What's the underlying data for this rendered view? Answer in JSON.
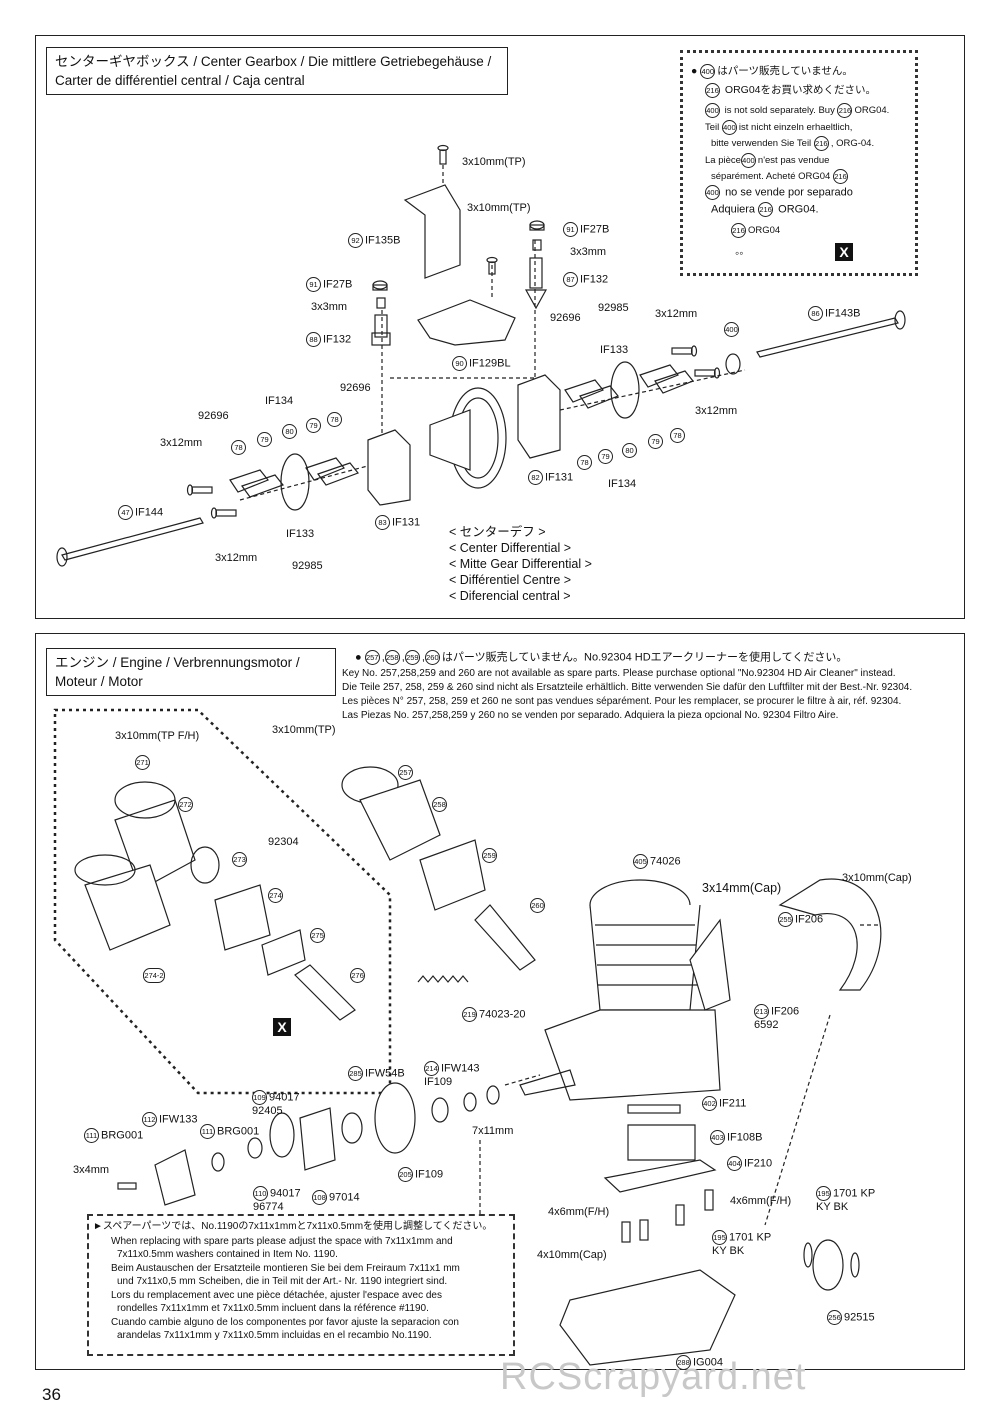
{
  "top_panel": {
    "title_lines": [
      "センターギヤボックス / Center Gearbox / Die mittlere Getriebegehäuse /",
      "Carter de différentiel central / Caja central"
    ],
    "note": {
      "line1_suffix": "はパーツ販売していません。",
      "line2_suffix": "ORG04をお買い求めください。",
      "line3_mid": "is not sold separately. Buy",
      "line3_end": "ORG04.",
      "line4_pre": "Teil",
      "line4_end": "ist nicht einzeln erhaeltlich,",
      "line5_pre": "bitte verwenden Sie Teil",
      "line5_end": ", ORG-04.",
      "line6_pre": "La pièce",
      "line6_end": "n'est pas vendue",
      "line7": "séparément. Acheté ORG04",
      "line8_end": "no se vende por separado",
      "line9_pre": "Adquiera",
      "line9_end": "ORG04.",
      "part_label": "ORG04",
      "n400": "400",
      "n216": "216",
      "x_mark": "X"
    },
    "labels": [
      {
        "n": "",
        "t": "3x10mm(TP)"
      },
      {
        "n": "",
        "t": "3x10mm(TP)"
      },
      {
        "n": "92",
        "t": "IF135B"
      },
      {
        "n": "91",
        "t": "IF27B"
      },
      {
        "n": "",
        "t": "3x3mm"
      },
      {
        "n": "87",
        "t": "IF132"
      },
      {
        "n": "91",
        "t": "IF27B"
      },
      {
        "n": "",
        "t": "3x3mm"
      },
      {
        "n": "88",
        "t": "IF132"
      },
      {
        "n": "90",
        "t": "IF129BL"
      },
      {
        "n": "",
        "t": "92985"
      },
      {
        "n": "",
        "t": "92696"
      },
      {
        "n": "",
        "t": "IF133"
      },
      {
        "n": "",
        "t": "3x12mm"
      },
      {
        "n": "400",
        "t": ""
      },
      {
        "n": "86",
        "t": "IF143B"
      },
      {
        "n": "",
        "t": "3x12mm"
      },
      {
        "n": "",
        "t": "IF134"
      },
      {
        "n": "",
        "t": "92696"
      },
      {
        "n": "",
        "t": "92696"
      },
      {
        "n": "",
        "t": "3x12mm"
      },
      {
        "n": "47",
        "t": "IF144"
      },
      {
        "n": "",
        "t": "3x12mm"
      },
      {
        "n": "",
        "t": "IF133"
      },
      {
        "n": "",
        "t": "92985"
      },
      {
        "n": "83",
        "t": "IF131"
      },
      {
        "n": "82",
        "t": "IF131"
      },
      {
        "n": "",
        "t": "IF134"
      }
    ],
    "washers": [
      "78",
      "79",
      "80",
      "79",
      "78"
    ],
    "washers_right": [
      "78",
      "79",
      "80",
      "79",
      "78"
    ],
    "center_diff": [
      "< センターデフ >",
      "< Center Differential  >",
      "< Mitte Gear Differential  >",
      "< Différentiel Centre  >",
      "< Diferencial central >"
    ]
  },
  "bottom_panel": {
    "title_lines": [
      "エンジン /  Engine / Verbrennungsmotor /",
      "Moteur / Motor"
    ],
    "note": {
      "line1_parts": [
        "257",
        "258",
        "259",
        "260"
      ],
      "line1_text": "はパーツ販売していません。No.92304 HDエアークリーナーを使用してください。",
      "line2": "Key No. 257,258,259 and 260 are not available as spare parts. Please purchase optional \"No.92304 HD Air Cleaner\" instead.",
      "line3": "Die Teile 257, 258, 259 & 260 sind nicht als Ersatzteile erhältlich. Bitte verwenden Sie dafür den Luftfilter mit der Best.-Nr. 92304.",
      "line4": "Les pièces N° 257, 258, 259 et 260 ne sont pas vendues séparément. Pour les remplacer, se procurer le filtre à air, réf. 92304.",
      "line5": "Las Piezas No. 257,258,259 y 260 no se venden por separado. Adquiera la pieza opcional No. 92304 Filtro Aire."
    },
    "labels": [
      {
        "n": "",
        "t": "3x10mm(TP F/H)"
      },
      {
        "n": "271",
        "t": ""
      },
      {
        "n": "272",
        "t": ""
      },
      {
        "n": "",
        "t": "92304"
      },
      {
        "n": "273",
        "t": ""
      },
      {
        "n": "274",
        "t": ""
      },
      {
        "n": "275",
        "t": ""
      },
      {
        "n": "276",
        "t": ""
      },
      {
        "n": "274-2",
        "t": ""
      },
      {
        "n": "",
        "t": "3x10mm(TP)"
      },
      {
        "n": "257",
        "t": ""
      },
      {
        "n": "258",
        "t": ""
      },
      {
        "n": "259",
        "t": ""
      },
      {
        "n": "260",
        "t": ""
      },
      {
        "n": "405",
        "t": "74026"
      },
      {
        "n": "",
        "t": "3x14mm(Cap)"
      },
      {
        "n": "",
        "t": "3x10mm(Cap)"
      },
      {
        "n": "255",
        "t": "IF206"
      },
      {
        "n": "213",
        "t": "IF206 6592"
      },
      {
        "n": "219",
        "t": "74023-20"
      },
      {
        "n": "285",
        "t": "IFW54B"
      },
      {
        "n": "214",
        "t": "IFW143 IF109"
      },
      {
        "n": "109",
        "t": "94017 92405"
      },
      {
        "n": "112",
        "t": "IFW133"
      },
      {
        "n": "111",
        "t": "BRG001"
      },
      {
        "n": "111",
        "t": "BRG001"
      },
      {
        "n": "",
        "t": "3x4mm"
      },
      {
        "n": "110",
        "t": "94017 96774"
      },
      {
        "n": "108",
        "t": "97014"
      },
      {
        "n": "205",
        "t": "IF109"
      },
      {
        "n": "",
        "t": "7x11mm"
      },
      {
        "n": "402",
        "t": "IF211"
      },
      {
        "n": "403",
        "t": "IF108B"
      },
      {
        "n": "404",
        "t": "IF210"
      },
      {
        "n": "",
        "t": "4x6mm(F/H)"
      },
      {
        "n": "",
        "t": "4x6mm(F/H)"
      },
      {
        "n": "",
        "t": "4x10mm(Cap)"
      },
      {
        "n": "195",
        "t": "1701 KP KY BK"
      },
      {
        "n": "195",
        "t": "1701 KP KY BK"
      },
      {
        "n": "256",
        "t": "92515"
      },
      {
        "n": "288",
        "t": "IG004"
      }
    ],
    "x_mark": "X",
    "spare_note": [
      "►スペアーパーツでは、No.1190の7x11x1mmと7x11x0.5mmを使用し調整してください。",
      "When replacing with spare parts please adjust the space with 7x11x1mm and",
      "7x11x0.5mm washers contained in Item No. 1190.",
      "Beim Austauschen der Ersatzteile montieren Sie bei dem Freiraum 7x11x1 mm",
      "und 7x11x0,5 mm Scheiben, die in Teil mit der Art.- Nr. 1190 integriert sind.",
      "Lors du remplacement avec une pièce détachée, ajuster l'espace avec des",
      "rondelles 7x11x1mm et 7x11x0.5mm incluent dans la référence #1190.",
      "Cuando cambie alguno de los componentes por favor ajuste la separacion con",
      "arandelas 7x11x1mm y 7x11x0.5mm incluidas en el recambio No.1190."
    ]
  },
  "footer": {
    "page_number": "36",
    "watermark": "RCScrapyard.net"
  }
}
